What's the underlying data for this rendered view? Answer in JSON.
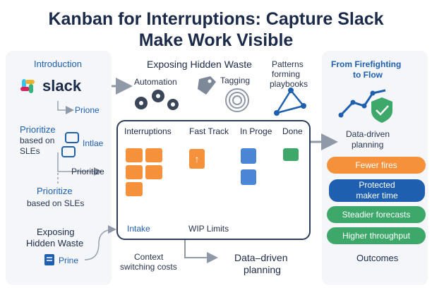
{
  "title_line1": "Kanban for Interruptions: Capture Slack",
  "title_line2": "Make Work Visible",
  "left": {
    "introduction": "Introduction",
    "slack_logo": "slack",
    "prione": "Prione",
    "prioritize_a": "Prioritize",
    "based_on_a": "based on",
    "sles_a": "SLEs",
    "intlae": "Intlae",
    "prioritize_b": "Prioritize",
    "prioritize_c": "Prioritize",
    "based_on_sles": "based on SLEs",
    "exposing_a": "Exposing",
    "hidden_waste": "Hidden Waste",
    "prine": "Prine"
  },
  "top": {
    "exposing_header": "Exposing Hidden Waste",
    "automation": "Automation",
    "tagging": "Tagging",
    "patterns_1": "Patterns",
    "patterns_2": "forming",
    "patterns_3": "playbooks"
  },
  "board": {
    "columns": [
      "Interruptions",
      "Fast Track",
      "In Proge",
      "Done"
    ],
    "intake": "Intake",
    "wip_limits": "WIP Limits"
  },
  "bottom": {
    "context_1": "Context",
    "context_2": "switching costs",
    "data_driven_1": "Data–driven",
    "data_driven_2": "planning"
  },
  "right": {
    "from_1": "From Firefighting",
    "from_2": "to Flow",
    "data_driven_1": "Data-driven",
    "data_driven_2": "planning",
    "pills": [
      "Fewer fires",
      "Protected",
      "maker time",
      "Steadier forecasts",
      "Higher throughput"
    ],
    "outcomes": "Outcomes"
  },
  "colors": {
    "orange": "#f5913a",
    "blue": "#4a86d4",
    "green": "#3ea86a",
    "navy": "#1f5fb0"
  }
}
